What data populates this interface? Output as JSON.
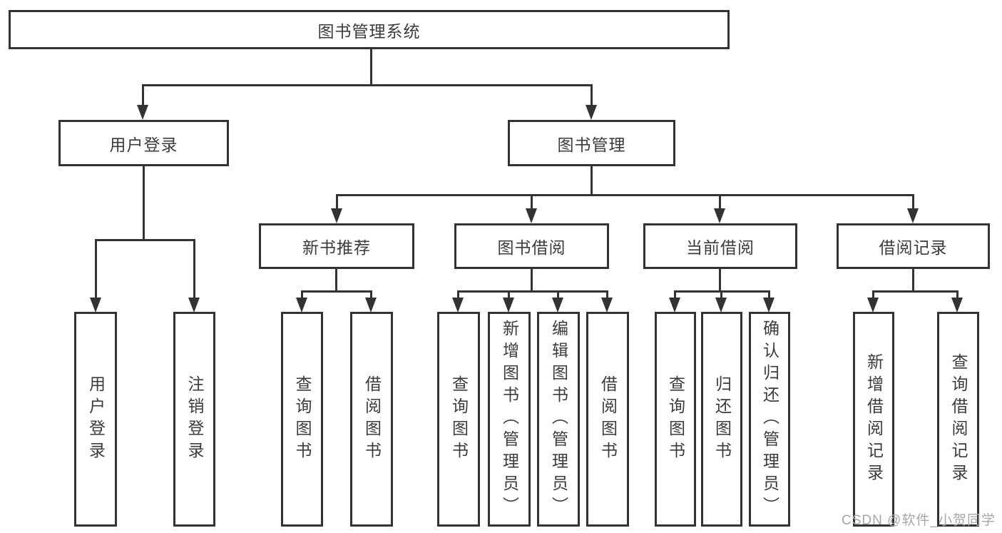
{
  "diagram": {
    "type": "hierarchy-tree",
    "tree": {
      "label": "图书管理系统",
      "children": [
        {
          "label": "用户登录",
          "children": [
            {
              "label": "用户登录"
            },
            {
              "label": "注销登录"
            }
          ]
        },
        {
          "label": "图书管理",
          "children": [
            {
              "label": "新书推荐",
              "children": [
                {
                  "label": "查询图书"
                },
                {
                  "label": "借阅图书"
                }
              ]
            },
            {
              "label": "图书借阅",
              "children": [
                {
                  "label": "查询图书"
                },
                {
                  "label": "新增图书（管理员）"
                },
                {
                  "label": "编辑图书（管理员）"
                },
                {
                  "label": "借阅图书"
                }
              ]
            },
            {
              "label": "当前借阅",
              "children": [
                {
                  "label": "查询图书"
                },
                {
                  "label": "归还图书"
                },
                {
                  "label": "确认归还（管理员）"
                }
              ]
            },
            {
              "label": "借阅记录",
              "children": [
                {
                  "label": "新增借阅记录"
                },
                {
                  "label": "查询借阅记录"
                }
              ]
            }
          ]
        }
      ]
    },
    "colors": {
      "line": "#333333",
      "text": "#3b3b3b",
      "background": "#ffffff",
      "watermark": "#a6a6a6"
    }
  },
  "watermark": {
    "text": "CSDN @软件_小贺同学"
  }
}
